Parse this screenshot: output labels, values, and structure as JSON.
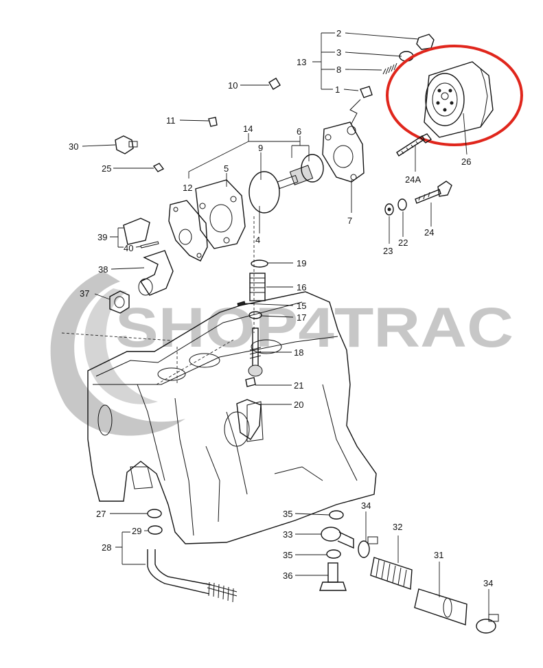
{
  "watermark": {
    "text": "SHOP4TRAC",
    "color": "#b5b5b5"
  },
  "highlight": {
    "color": "#e0261c"
  },
  "callouts": [
    {
      "id": "c-2",
      "text": "2"
    },
    {
      "id": "c-3",
      "text": "3"
    },
    {
      "id": "c-13",
      "text": "13"
    },
    {
      "id": "c-8",
      "text": "8"
    },
    {
      "id": "c-1",
      "text": "1"
    },
    {
      "id": "c-10",
      "text": "10"
    },
    {
      "id": "c-11",
      "text": "11"
    },
    {
      "id": "c-14",
      "text": "14"
    },
    {
      "id": "c-6",
      "text": "6"
    },
    {
      "id": "c-9",
      "text": "9"
    },
    {
      "id": "c-30",
      "text": "30"
    },
    {
      "id": "c-25",
      "text": "25"
    },
    {
      "id": "c-12",
      "text": "12"
    },
    {
      "id": "c-5",
      "text": "5"
    },
    {
      "id": "c-26",
      "text": "26"
    },
    {
      "id": "c-24A",
      "text": "24A"
    },
    {
      "id": "c-7",
      "text": "7"
    },
    {
      "id": "c-4",
      "text": "4"
    },
    {
      "id": "c-23",
      "text": "23"
    },
    {
      "id": "c-22",
      "text": "22"
    },
    {
      "id": "c-24",
      "text": "24"
    },
    {
      "id": "c-39",
      "text": "39"
    },
    {
      "id": "c-40",
      "text": "40"
    },
    {
      "id": "c-19",
      "text": "19"
    },
    {
      "id": "c-38",
      "text": "38"
    },
    {
      "id": "c-16",
      "text": "16"
    },
    {
      "id": "c-37",
      "text": "37"
    },
    {
      "id": "c-15",
      "text": "15"
    },
    {
      "id": "c-17",
      "text": "17"
    },
    {
      "id": "c-18",
      "text": "18"
    },
    {
      "id": "c-21",
      "text": "21"
    },
    {
      "id": "c-20",
      "text": "20"
    },
    {
      "id": "c-27",
      "text": "27"
    },
    {
      "id": "c-35a",
      "text": "35"
    },
    {
      "id": "c-34a",
      "text": "34"
    },
    {
      "id": "c-32",
      "text": "32"
    },
    {
      "id": "c-29",
      "text": "29"
    },
    {
      "id": "c-33",
      "text": "33"
    },
    {
      "id": "c-28",
      "text": "28"
    },
    {
      "id": "c-35b",
      "text": "35"
    },
    {
      "id": "c-31",
      "text": "31"
    },
    {
      "id": "c-36",
      "text": "36"
    },
    {
      "id": "c-34b",
      "text": "34"
    }
  ]
}
